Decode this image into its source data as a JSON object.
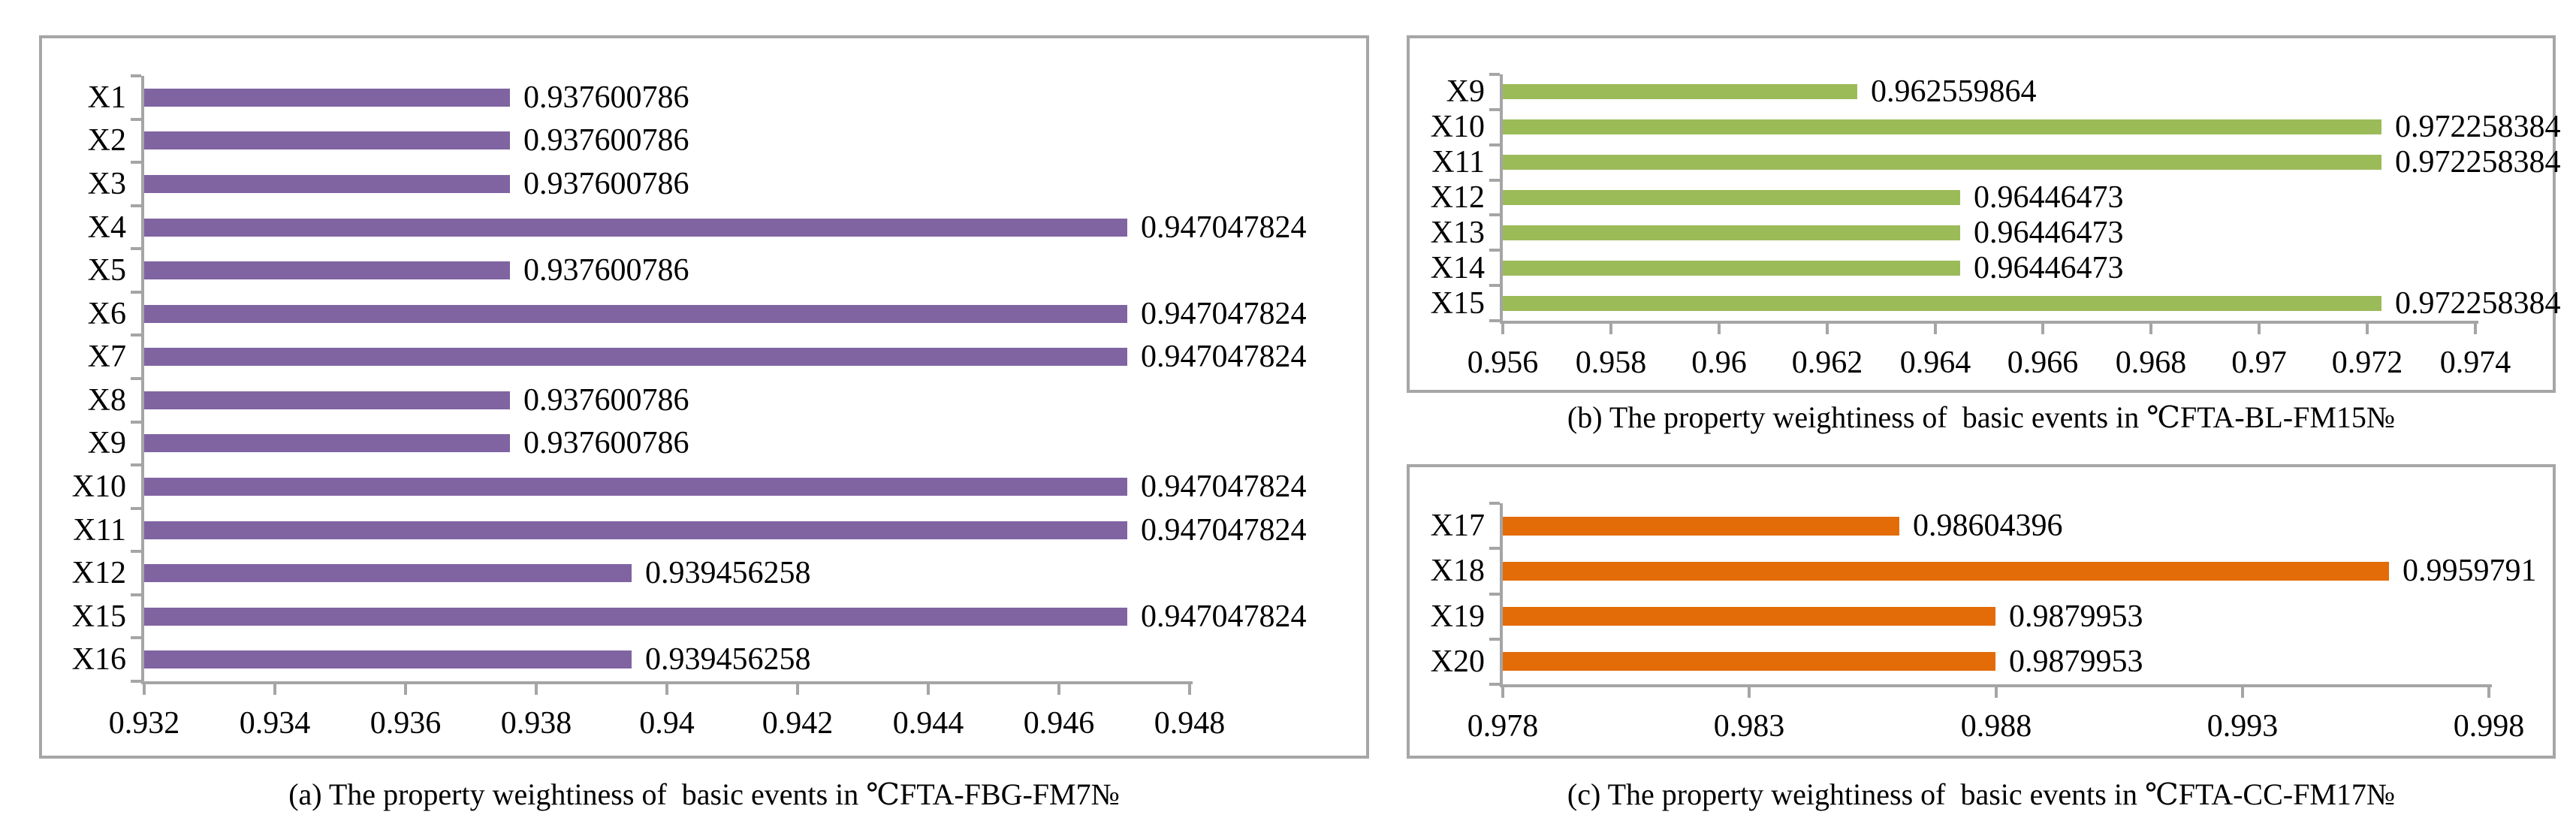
{
  "colors": {
    "purple_bar": "#8064A2",
    "green_bar": "#9BBB59",
    "orange_bar": "#E36C09",
    "axis_gray": "#A5A5A5",
    "panel_border_gray": "#A6A6A6"
  },
  "chart_data": [
    {
      "type": "bar",
      "orientation": "horizontal",
      "panel": "a",
      "caption": "(a) The property weightiness of  basic events in ℃FTA-FBG-FM7№",
      "categories": [
        "X1",
        "X2",
        "X3",
        "X4",
        "X5",
        "X6",
        "X7",
        "X8",
        "X9",
        "X10",
        "X11",
        "X12",
        "X15",
        "X16"
      ],
      "values": [
        0.937600786,
        0.937600786,
        0.937600786,
        0.947047824,
        0.937600786,
        0.947047824,
        0.947047824,
        0.937600786,
        0.937600786,
        0.947047824,
        0.947047824,
        0.939456258,
        0.947047824,
        0.939456258
      ],
      "value_labels": [
        "0.937600786",
        "0.937600786",
        "0.937600786",
        "0.947047824",
        "0.937600786",
        "0.947047824",
        "0.947047824",
        "0.937600786",
        "0.937600786",
        "0.947047824",
        "0.947047824",
        "0.939456258",
        "0.947047824",
        "0.939456258"
      ],
      "x_ticks": [
        0.932,
        0.934,
        0.936,
        0.938,
        0.94,
        0.942,
        0.944,
        0.946,
        0.948
      ],
      "x_tick_labels": [
        "0.932",
        "0.934",
        "0.936",
        "0.938",
        "0.94",
        "0.942",
        "0.944",
        "0.946",
        "0.948"
      ],
      "x_min": 0.932,
      "x_axis_end": 0.948,
      "bar_color": "#8064A2",
      "grid": false,
      "legend": null
    },
    {
      "type": "bar",
      "orientation": "horizontal",
      "panel": "b",
      "caption": "(b) The property weightiness of  basic events in ℃FTA-BL-FM15№",
      "categories": [
        "X9",
        "X10",
        "X11",
        "X12",
        "X13",
        "X14",
        "X15"
      ],
      "values": [
        0.962559864,
        0.972258384,
        0.972258384,
        0.96446473,
        0.96446473,
        0.96446473,
        0.972258384
      ],
      "value_labels": [
        "0.962559864",
        "0.972258384",
        "0.972258384",
        "0.96446473",
        "0.96446473",
        "0.96446473",
        "0.972258384"
      ],
      "x_ticks": [
        0.956,
        0.958,
        0.96,
        0.962,
        0.964,
        0.966,
        0.968,
        0.97,
        0.972,
        0.974
      ],
      "x_tick_labels": [
        "0.956",
        "0.958",
        "0.96",
        "0.962",
        "0.964",
        "0.966",
        "0.968",
        "0.97",
        "0.972",
        "0.974"
      ],
      "x_min": 0.956,
      "x_axis_end": 0.974,
      "bar_color": "#9BBB59",
      "grid": false,
      "legend": null
    },
    {
      "type": "bar",
      "orientation": "horizontal",
      "panel": "c",
      "caption": "(c) The property weightiness of  basic events in ℃FTA-CC-FM17№",
      "categories": [
        "X17",
        "X18",
        "X19",
        "X20"
      ],
      "values": [
        0.98604396,
        0.9959791,
        0.9879953,
        0.9879953
      ],
      "value_labels": [
        "0.98604396",
        "0.9959791",
        "0.9879953",
        "0.9879953"
      ],
      "x_ticks": [
        0.978,
        0.983,
        0.988,
        0.993,
        0.998
      ],
      "x_tick_labels": [
        "0.978",
        "0.983",
        "0.988",
        "0.993",
        "0.998"
      ],
      "x_min": 0.978,
      "x_axis_end": 0.998,
      "bar_color": "#E36C09",
      "grid": false,
      "legend": null
    }
  ]
}
